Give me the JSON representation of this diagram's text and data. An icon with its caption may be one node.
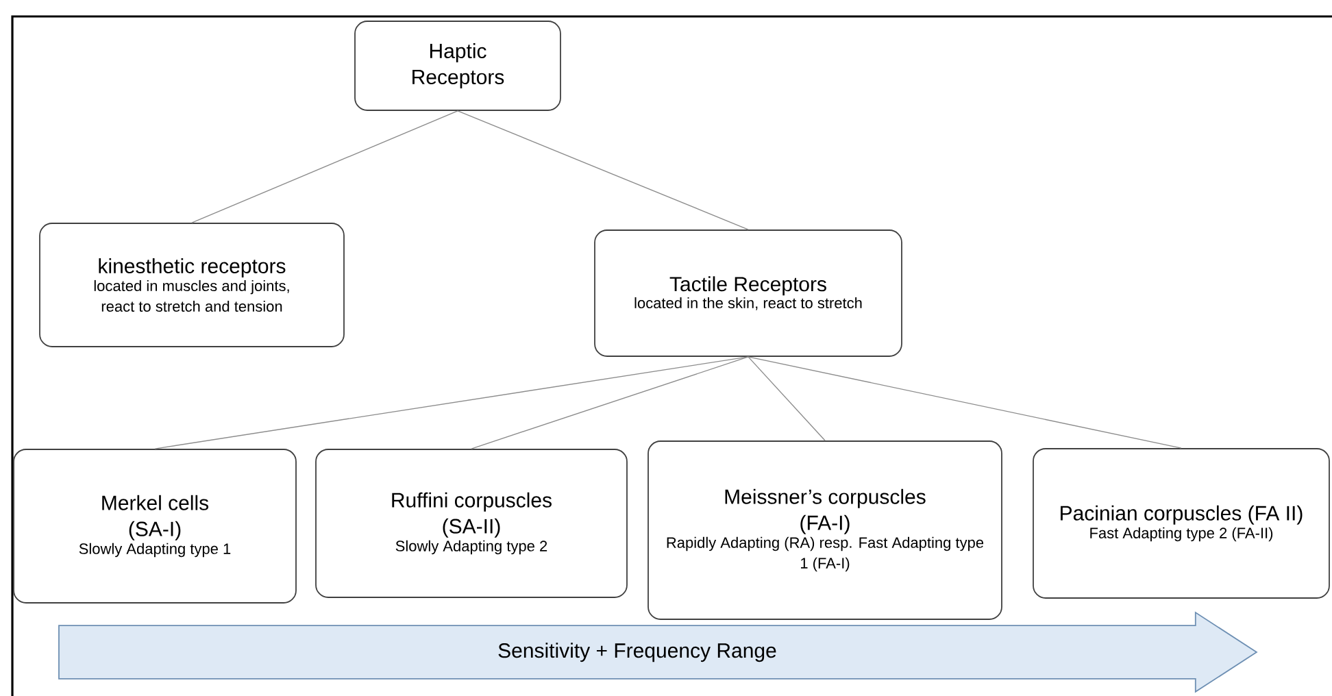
{
  "diagram": {
    "nodes": [
      {
        "text": [
          "Haptic Receptors"
        ]
      },
      {
        "text": [
          "kinesthetic receptors",
          "located in muscles and joints, react to stretch and tension"
        ]
      },
      {
        "text": [
          "Tactile Receptors",
          "located in the skin, react to stretch"
        ]
      },
      {
        "text": [
          "Merkel cells (SA-I)",
          "Slowly Adapting type 1"
        ]
      },
      {
        "text": [
          "Ruffini corpuscles (SA-II)",
          "Slowly Adapting type 2"
        ]
      },
      {
        "text": [
          "Meissner’s corpuscles (FA-I)",
          "Rapidly Adapting (RA) resp. Fast Adapting type 1 (FA-I)"
        ]
      },
      {
        "text": [
          "Pacinian corpuscles (FA II)",
          "Fast Adapting type 2 (FA-II)"
        ]
      },
      {
        "text": [
          "Sensitivity + Frequency Range"
        ]
      }
    ],
    "edges": [
      {
        "from": 0,
        "to": 1,
        "arrow": "none"
      },
      {
        "from": 0,
        "to": 2,
        "arrow": "none"
      },
      {
        "from": 2,
        "to": 3,
        "arrow": "none"
      },
      {
        "from": 2,
        "to": 4,
        "arrow": "none"
      },
      {
        "from": 2,
        "to": 5,
        "arrow": "none"
      },
      {
        "from": 2,
        "to": 6,
        "arrow": "none"
      }
    ]
  }
}
